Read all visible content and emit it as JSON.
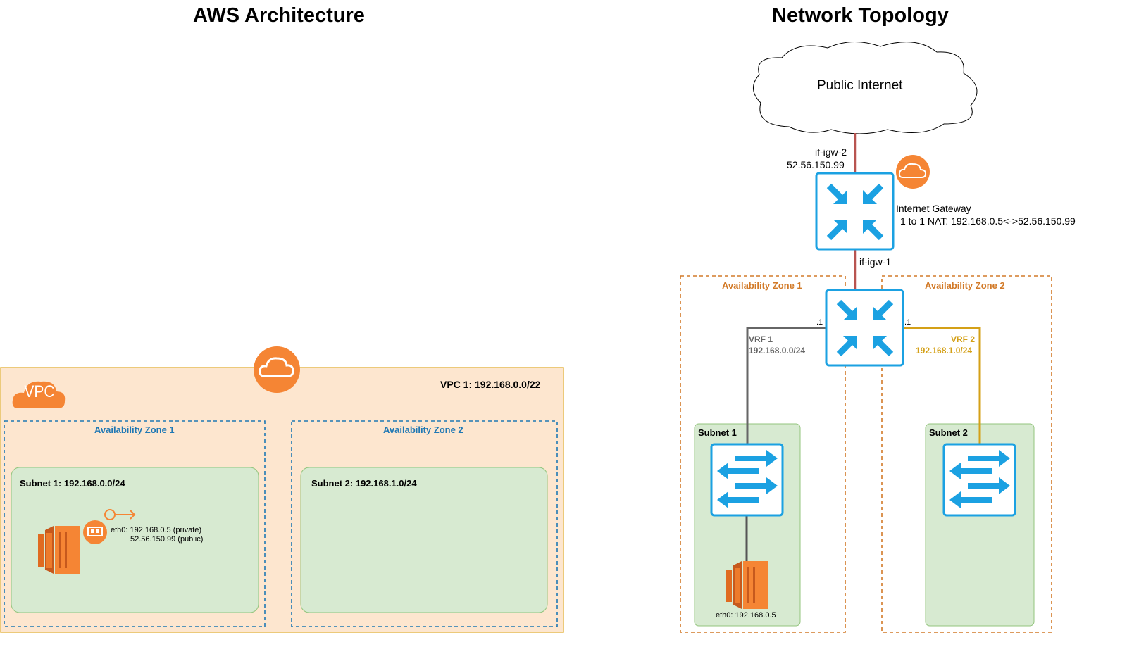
{
  "left_title": "AWS Architecture",
  "right_title": "Network Topology",
  "aws": {
    "vpc_badge": "VPC",
    "vpc_label": "VPC 1: 192.168.0.0/22",
    "az1_label": "Availability Zone 1",
    "az2_label": "Availability Zone 2",
    "subnet1_label": "Subnet 1: 192.168.0.0/24",
    "subnet2_label": "Subnet 2: 192.168.1.0/24",
    "eni_line1": "eth0: 192.168.0.5 (private)",
    "eni_line2": "52.56.150.99 (public)"
  },
  "topology": {
    "internet_label": "Public Internet",
    "if_igw2_name": "if-igw-2",
    "if_igw2_ip": "52.56.150.99",
    "igw_label": "Internet Gateway",
    "nat_label": "1 to 1 NAT: 192.168.0.5<->52.56.150.99",
    "if_igw1": "if-igw-1",
    "az1_label": "Availability Zone 1",
    "az2_label": "Availability Zone 2",
    "port_left": ".1",
    "port_right": ".1",
    "vrf1_name": "VRF 1",
    "vrf1_cidr": "192.168.0.0/24",
    "vrf2_name": "VRF 2",
    "vrf2_cidr": "192.168.1.0/24",
    "subnet1_label": "Subnet 1",
    "subnet2_label": "Subnet 2",
    "host_label": "eth0: 192.168.0.5"
  },
  "colors": {
    "aws_orange": "#f58534",
    "vpc_fill": "#fde6cf",
    "vpc_border": "#e6b84e",
    "subnet_fill": "#d7ead1",
    "subnet_border": "#93c47d",
    "az_blue": "#1f78b4",
    "az_orange": "#d27a28",
    "router_blue": "#1ba1e2",
    "vrf1_gray": "#666666",
    "vrf2_gold": "#d4a017",
    "link_red": "#b85450"
  }
}
